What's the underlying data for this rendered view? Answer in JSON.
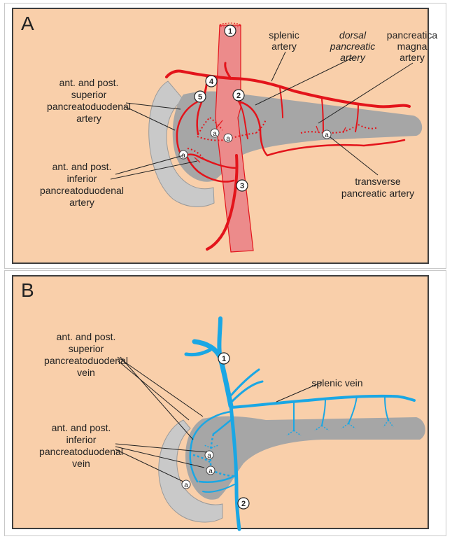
{
  "panels": {
    "a": {
      "letter": "A",
      "labels": {
        "splenic": [
          "splenic",
          "artery"
        ],
        "dorsal": [
          "dorsal",
          "pancreatic",
          "artery"
        ],
        "magna": [
          "pancreatica",
          "magna",
          "artery"
        ],
        "superior": [
          "ant. and post.",
          "superior",
          "pancreatoduodenal",
          "artery"
        ],
        "inferior": [
          "ant. and post.",
          "inferior",
          "pancreatoduodenal",
          "artery"
        ],
        "transverse": [
          "transverse",
          "pancreatic artery"
        ]
      },
      "numbers": [
        "1",
        "2",
        "3",
        "4",
        "5"
      ],
      "anastomosis_mark": "a"
    },
    "b": {
      "letter": "B",
      "labels": {
        "splenic": [
          "splenic vein"
        ],
        "superior": [
          "ant. and post.",
          "superior",
          "pancreatoduodenal",
          "vein"
        ],
        "inferior": [
          "ant. and post.",
          "inferior",
          "pancreatoduodenal",
          "vein"
        ]
      },
      "numbers": [
        "1",
        "2"
      ],
      "anastomosis_mark": "a"
    }
  },
  "colors": {
    "background": "#f9cfaa",
    "pancreas": "#a6a6a6",
    "duodenum": "#c9c9c9",
    "artery": "#e3141b",
    "aorta": "#ec8b8b",
    "vein": "#1aa7e4"
  }
}
